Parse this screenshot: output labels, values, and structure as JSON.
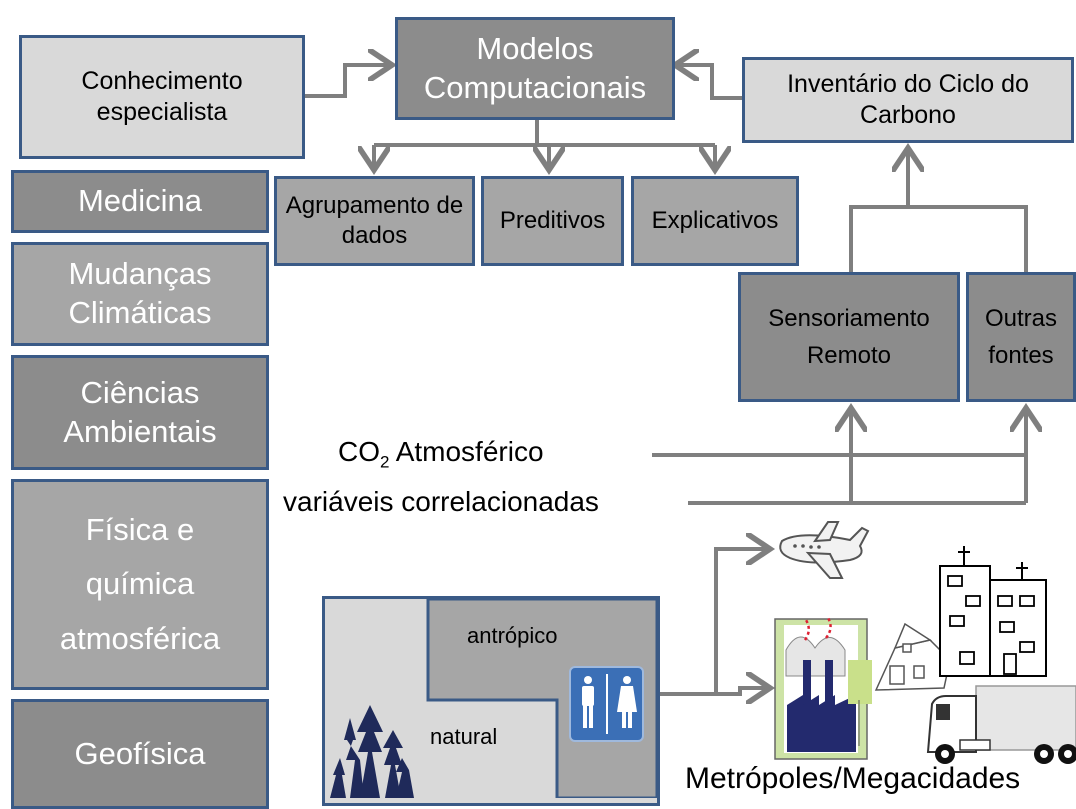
{
  "top": {
    "expert_knowledge": "Conhecimento especialista",
    "models": "Modelos Computacionais",
    "inventory": "Inventário do Ciclo do Carbono"
  },
  "model_types": {
    "clustering": "Agrupamento de dados",
    "predictive": "Preditivos",
    "explanatory": "Explicativos"
  },
  "disciplines": [
    "Medicina",
    "Mudanças Climáticas",
    "Ciências Ambientais",
    "Física e química atmosférica",
    "Geofísica"
  ],
  "sources": {
    "remote_sensing": "Sensoriamento Remoto",
    "other_sources": "Outras fontes"
  },
  "co2": {
    "prefix": "CO",
    "subscript": "2",
    "suffix": " Atmosférico",
    "correlated": "variáveis correlacionadas"
  },
  "land": {
    "anthropic": "antrópico",
    "natural": "natural"
  },
  "cities_label": "Metrópoles/Megacidades",
  "colors": {
    "border": "#3a5a86",
    "light_fill": "#d9d9d9",
    "mid_fill": "#a6a6a6",
    "dark_fill": "#8c8c8c",
    "arrow": "#7f7f7f",
    "tree": "#1f2a5a",
    "restroom": "#3b6fb6"
  }
}
